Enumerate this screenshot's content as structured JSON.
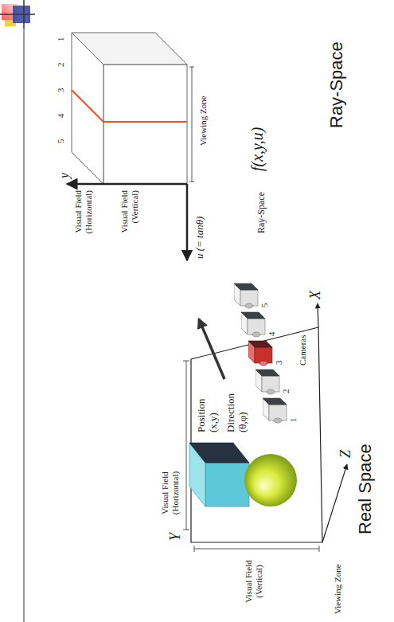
{
  "diagram": {
    "labels": [
      "Visual Field (Horizontal)",
      "Position (x,y)",
      "Direction (θ,φ)",
      "Visual Field (Vertical)",
      "Viewing Zone",
      "Y",
      "Z",
      "X",
      "1",
      "2",
      "3",
      "4",
      "5",
      "Cameras",
      "Real Space",
      "Visual Field (Horizontal)",
      "Visual Field (Vertical)",
      "Viewing Zone",
      "u (= tanθ)",
      "y",
      "5",
      "4",
      "3",
      "2",
      "1",
      "Ray-Space",
      "f(x,y,u)",
      "Ray-Space"
    ]
  }
}
